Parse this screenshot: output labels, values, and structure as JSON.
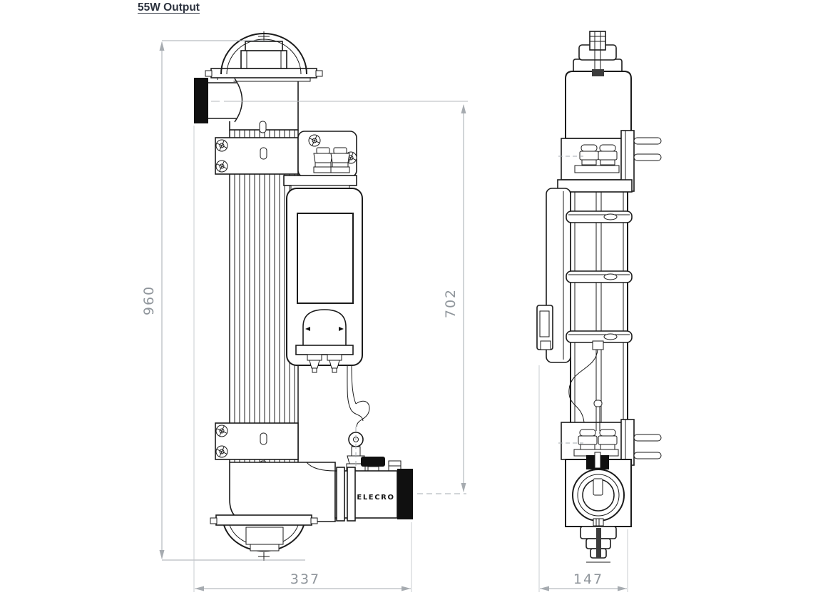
{
  "meta": {
    "title": "55W Output"
  },
  "drawing": {
    "brand_label": "ELECRO",
    "dimensions": {
      "overall_height_mm": "960",
      "port_centres_mm": "702",
      "front_width_mm": "337",
      "side_depth_mm": "147"
    },
    "colors": {
      "line": "#1b1b1b",
      "dimension_line": "#a6abb0",
      "dimension_text": "#8f959b",
      "title_text": "#2e3440",
      "background": "#ffffff"
    }
  }
}
